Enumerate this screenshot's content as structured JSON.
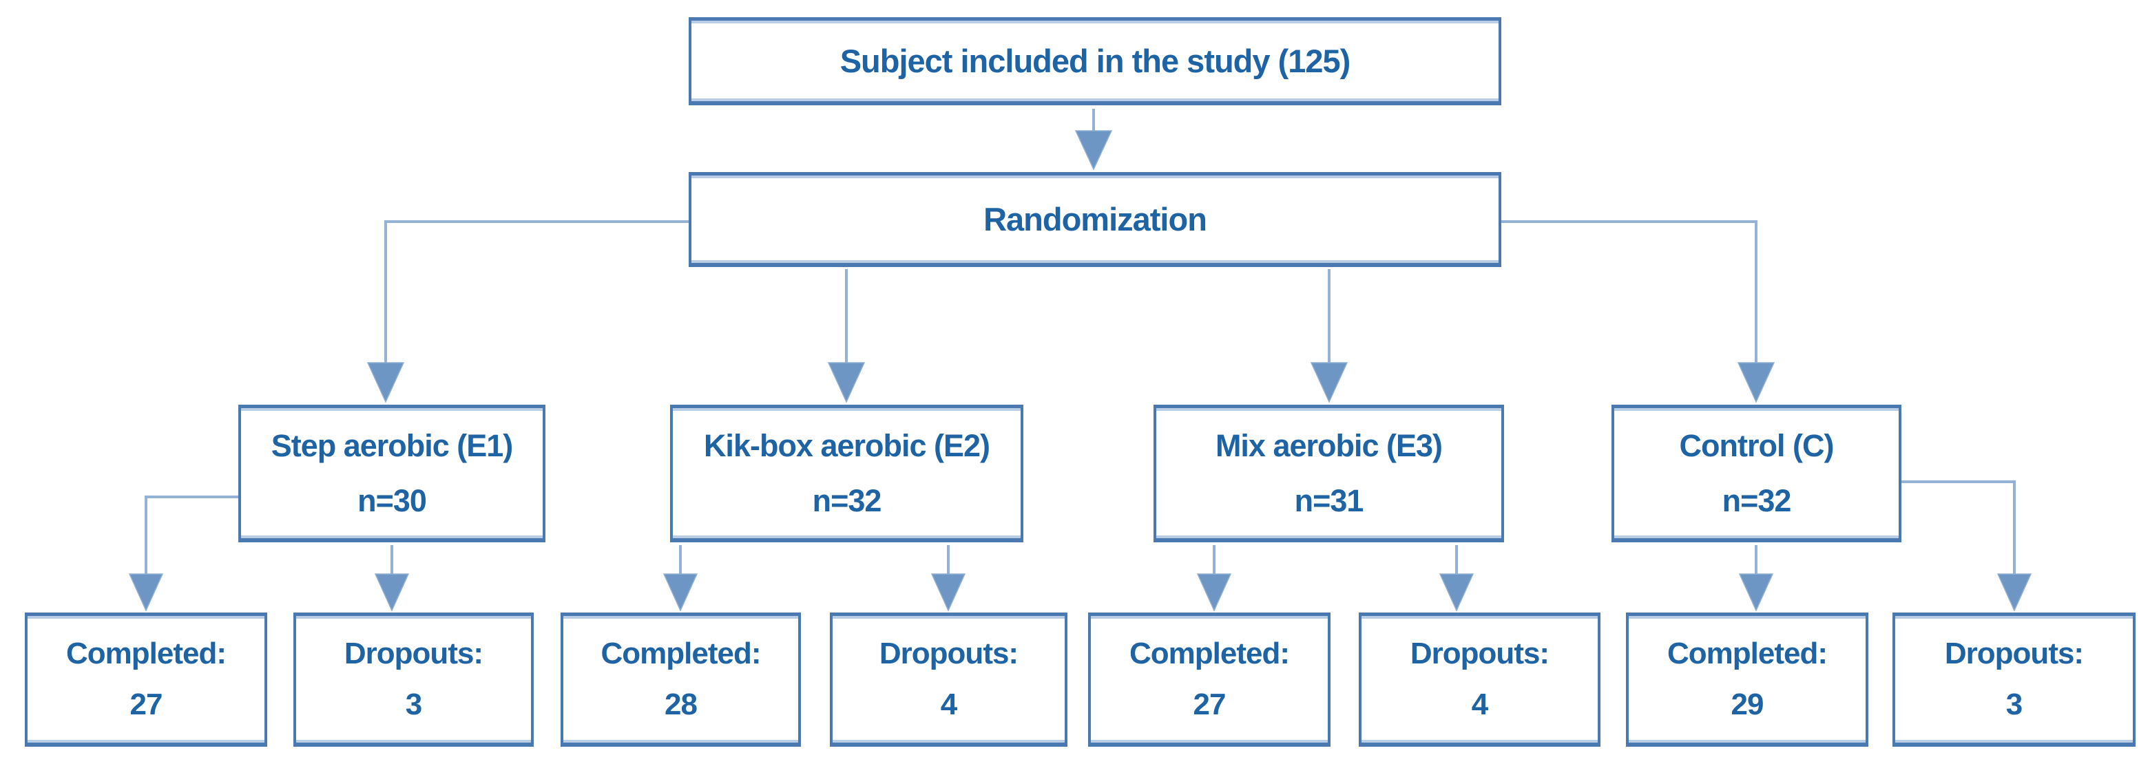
{
  "diagram": {
    "top": {
      "label": "Subject included in the study (125)"
    },
    "randomization": {
      "label": "Randomization"
    },
    "groups": [
      {
        "name": "Step aerobic (E1)",
        "n": "n=30",
        "completed_label": "Completed:",
        "completed_value": "27",
        "dropouts_label": "Dropouts:",
        "dropouts_value": "3"
      },
      {
        "name": "Kik-box aerobic (E2)",
        "n": "n=32",
        "completed_label": "Completed:",
        "completed_value": "28",
        "dropouts_label": "Dropouts:",
        "dropouts_value": "4"
      },
      {
        "name": "Mix aerobic (E3)",
        "n": "n=31",
        "completed_label": "Completed:",
        "completed_value": "27",
        "dropouts_label": "Dropouts:",
        "dropouts_value": "4"
      },
      {
        "name": "Control (C)",
        "n": "n=32",
        "completed_label": "Completed:",
        "completed_value": "29",
        "dropouts_label": "Dropouts:",
        "dropouts_value": "3"
      }
    ],
    "colors": {
      "box_border": "#4a79b1",
      "box_inner_highlight": "#b9cde6",
      "text": "#1e63a4",
      "connector_line": "#93b2d6",
      "arrowhead": "#6e96c4",
      "background": "#ffffff"
    }
  }
}
